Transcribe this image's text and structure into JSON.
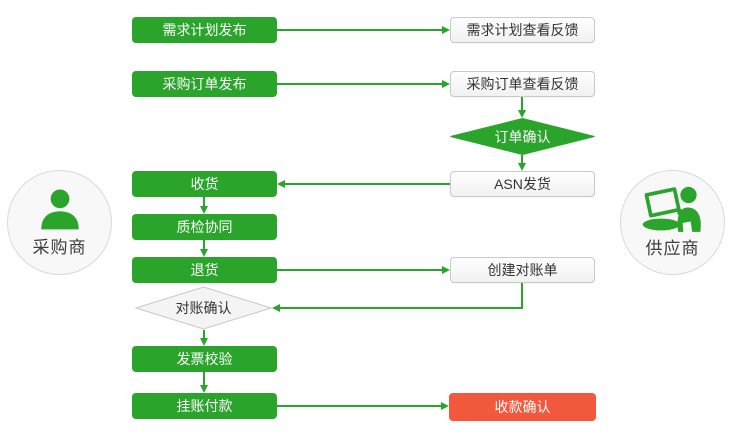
{
  "diagram": {
    "title_hint": "procurement-collaboration-flow",
    "colors": {
      "green": "#2aa42b",
      "red": "#f2583c",
      "box_border": "#c9c9c9",
      "box_text": "#333333",
      "circle_bg": "#f8f8f8",
      "circle_border": "#d9d9d9",
      "label_text": "#3d3d3d",
      "light_diamond": "#f4f4f4"
    },
    "actors": {
      "buyer": {
        "label": "采购商",
        "icon": "person-icon"
      },
      "supplier": {
        "label": "供应商",
        "icon": "person-laptop-icon"
      }
    },
    "nodes": {
      "demand_plan_publish": {
        "label": "需求计划发布",
        "style": "green-box"
      },
      "demand_plan_feedback": {
        "label": "需求计划查看反馈",
        "style": "white-box"
      },
      "po_publish": {
        "label": "采购订单发布",
        "style": "green-box"
      },
      "po_feedback": {
        "label": "采购订单查看反馈",
        "style": "white-box"
      },
      "order_confirm": {
        "label": "订单确认",
        "style": "green-diamond"
      },
      "asn_ship": {
        "label": "ASN发货",
        "style": "white-box"
      },
      "receive": {
        "label": "收货",
        "style": "green-box"
      },
      "quality_collab": {
        "label": "质检协同",
        "style": "green-box"
      },
      "return_goods": {
        "label": "退货",
        "style": "green-box"
      },
      "create_statement": {
        "label": "创建对账单",
        "style": "white-box"
      },
      "statement_confirm": {
        "label": "对账确认",
        "style": "light-diamond"
      },
      "invoice_check": {
        "label": "发票校验",
        "style": "green-box"
      },
      "payment": {
        "label": "挂账付款",
        "style": "green-box"
      },
      "receipt_confirm": {
        "label": "收款确认",
        "style": "red-box"
      }
    },
    "edges": [
      {
        "from": "demand_plan_publish",
        "to": "demand_plan_feedback",
        "direction": "right"
      },
      {
        "from": "po_publish",
        "to": "po_feedback",
        "direction": "right"
      },
      {
        "from": "po_feedback",
        "to": "order_confirm",
        "direction": "down"
      },
      {
        "from": "order_confirm",
        "to": "asn_ship",
        "direction": "down"
      },
      {
        "from": "asn_ship",
        "to": "receive",
        "direction": "left"
      },
      {
        "from": "receive",
        "to": "quality_collab",
        "direction": "down"
      },
      {
        "from": "quality_collab",
        "to": "return_goods",
        "direction": "down"
      },
      {
        "from": "return_goods",
        "to": "create_statement",
        "direction": "right"
      },
      {
        "from": "create_statement",
        "to": "statement_confirm",
        "direction": "down-left"
      },
      {
        "from": "statement_confirm",
        "to": "invoice_check",
        "direction": "down"
      },
      {
        "from": "invoice_check",
        "to": "payment",
        "direction": "down"
      },
      {
        "from": "payment",
        "to": "receipt_confirm",
        "direction": "right"
      }
    ]
  }
}
